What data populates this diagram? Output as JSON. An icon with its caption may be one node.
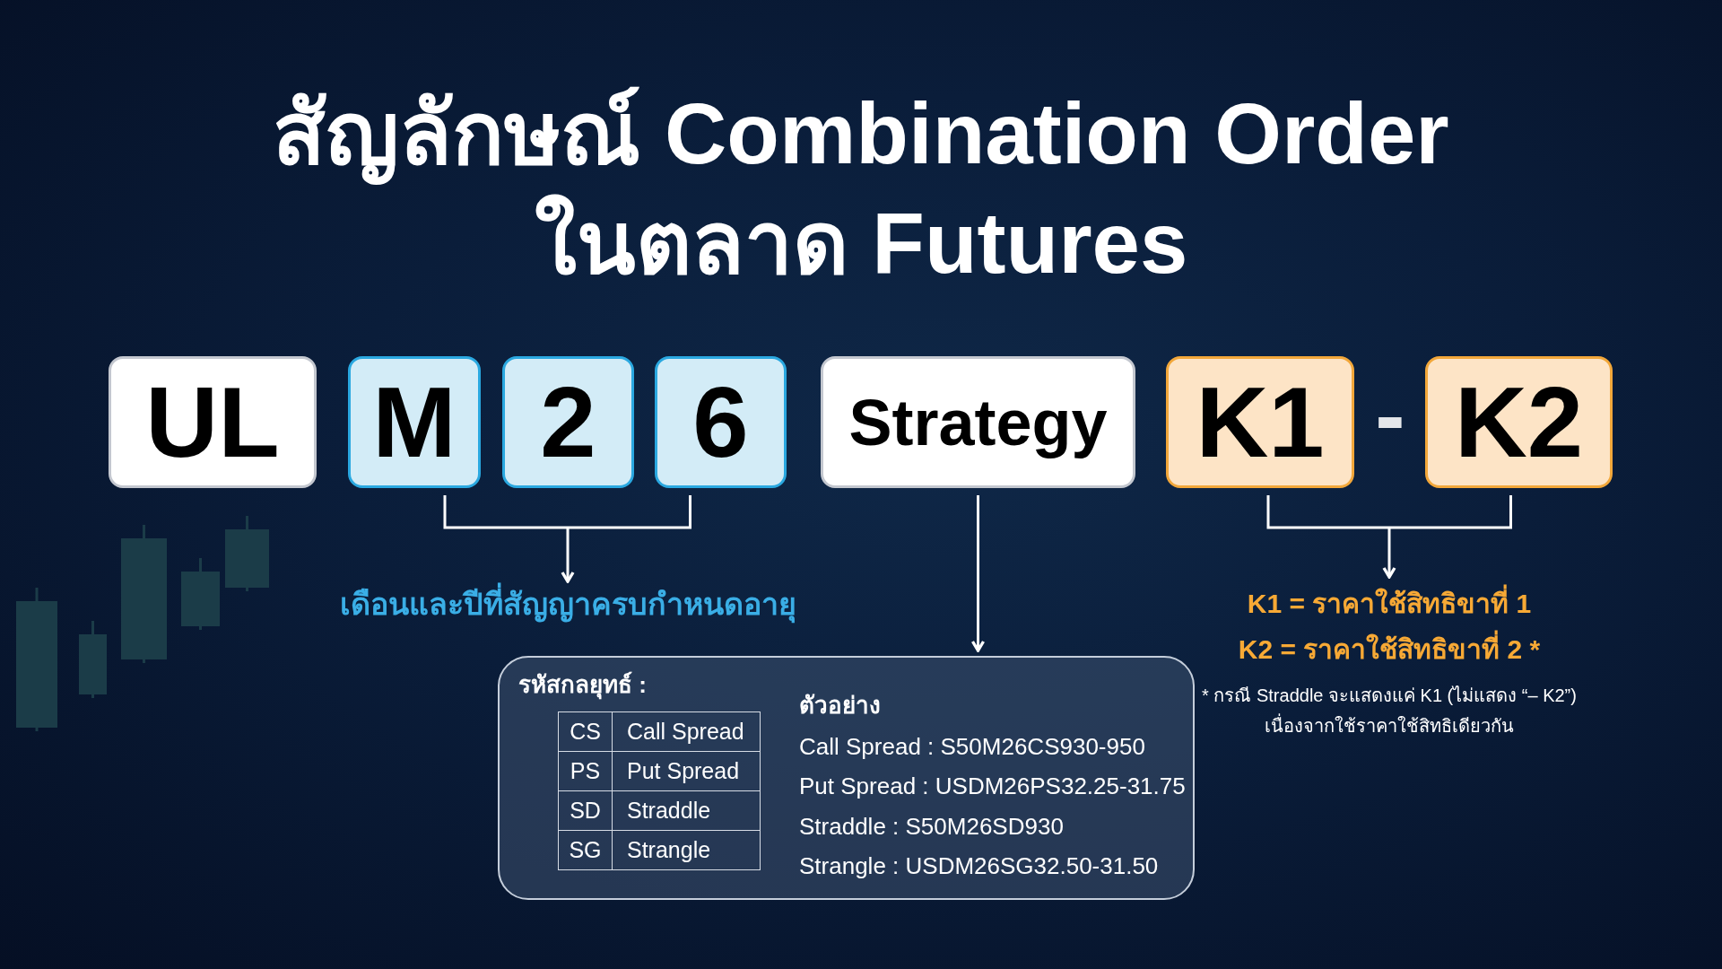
{
  "diagram": {
    "title": "สัญลักษณ์ Combination Order ในตลาด Futures",
    "nodes": [
      {
        "text": [
          "UL"
        ]
      },
      {
        "text": [
          "M"
        ]
      },
      {
        "text": [
          "2"
        ]
      },
      {
        "text": [
          "6"
        ]
      },
      {
        "text": [
          "Strategy"
        ]
      },
      {
        "text": [
          "K1"
        ]
      },
      {
        "text": [
          "K2"
        ]
      },
      {
        "text": [
          "เดือนและปีที่สัญญาครบกำหนดอายุ"
        ]
      },
      {
        "text": [
          "K1 = ราคาใช้สิทธิขาที่ 1",
          "K2 = ราคาใช้สิทธิขาที่ 2 *"
        ]
      },
      {
        "text": [
          "รหัสกลยุทธ์ :",
          "CS",
          "Call Spread",
          "PS",
          "Put Spread",
          "SD",
          "Straddle",
          "SG",
          "Strangle",
          "ตัวอย่าง",
          "Call Spread : S50M26CS930-950",
          "Put Spread : USDM26PS32.25-31.75",
          "Straddle : S50M26SD930",
          "Strangle : USDM26SG32.50-31.50"
        ]
      }
    ],
    "edges": [
      {
        "from": 1,
        "to": 7,
        "arrow": "to"
      },
      {
        "from": 3,
        "to": 7,
        "arrow": "to"
      },
      {
        "from": 4,
        "to": 9,
        "arrow": "to"
      },
      {
        "from": 5,
        "to": 8,
        "arrow": "to"
      },
      {
        "from": 6,
        "to": 8,
        "arrow": "to"
      }
    ],
    "labels": [
      "-",
      "* กรณี Straddle จะแสดงแค่ K1 (ไม่แสดง “– K2”) เนื่องจากใช้ราคาใช้สิทธิเดียวกัน"
    ]
  }
}
